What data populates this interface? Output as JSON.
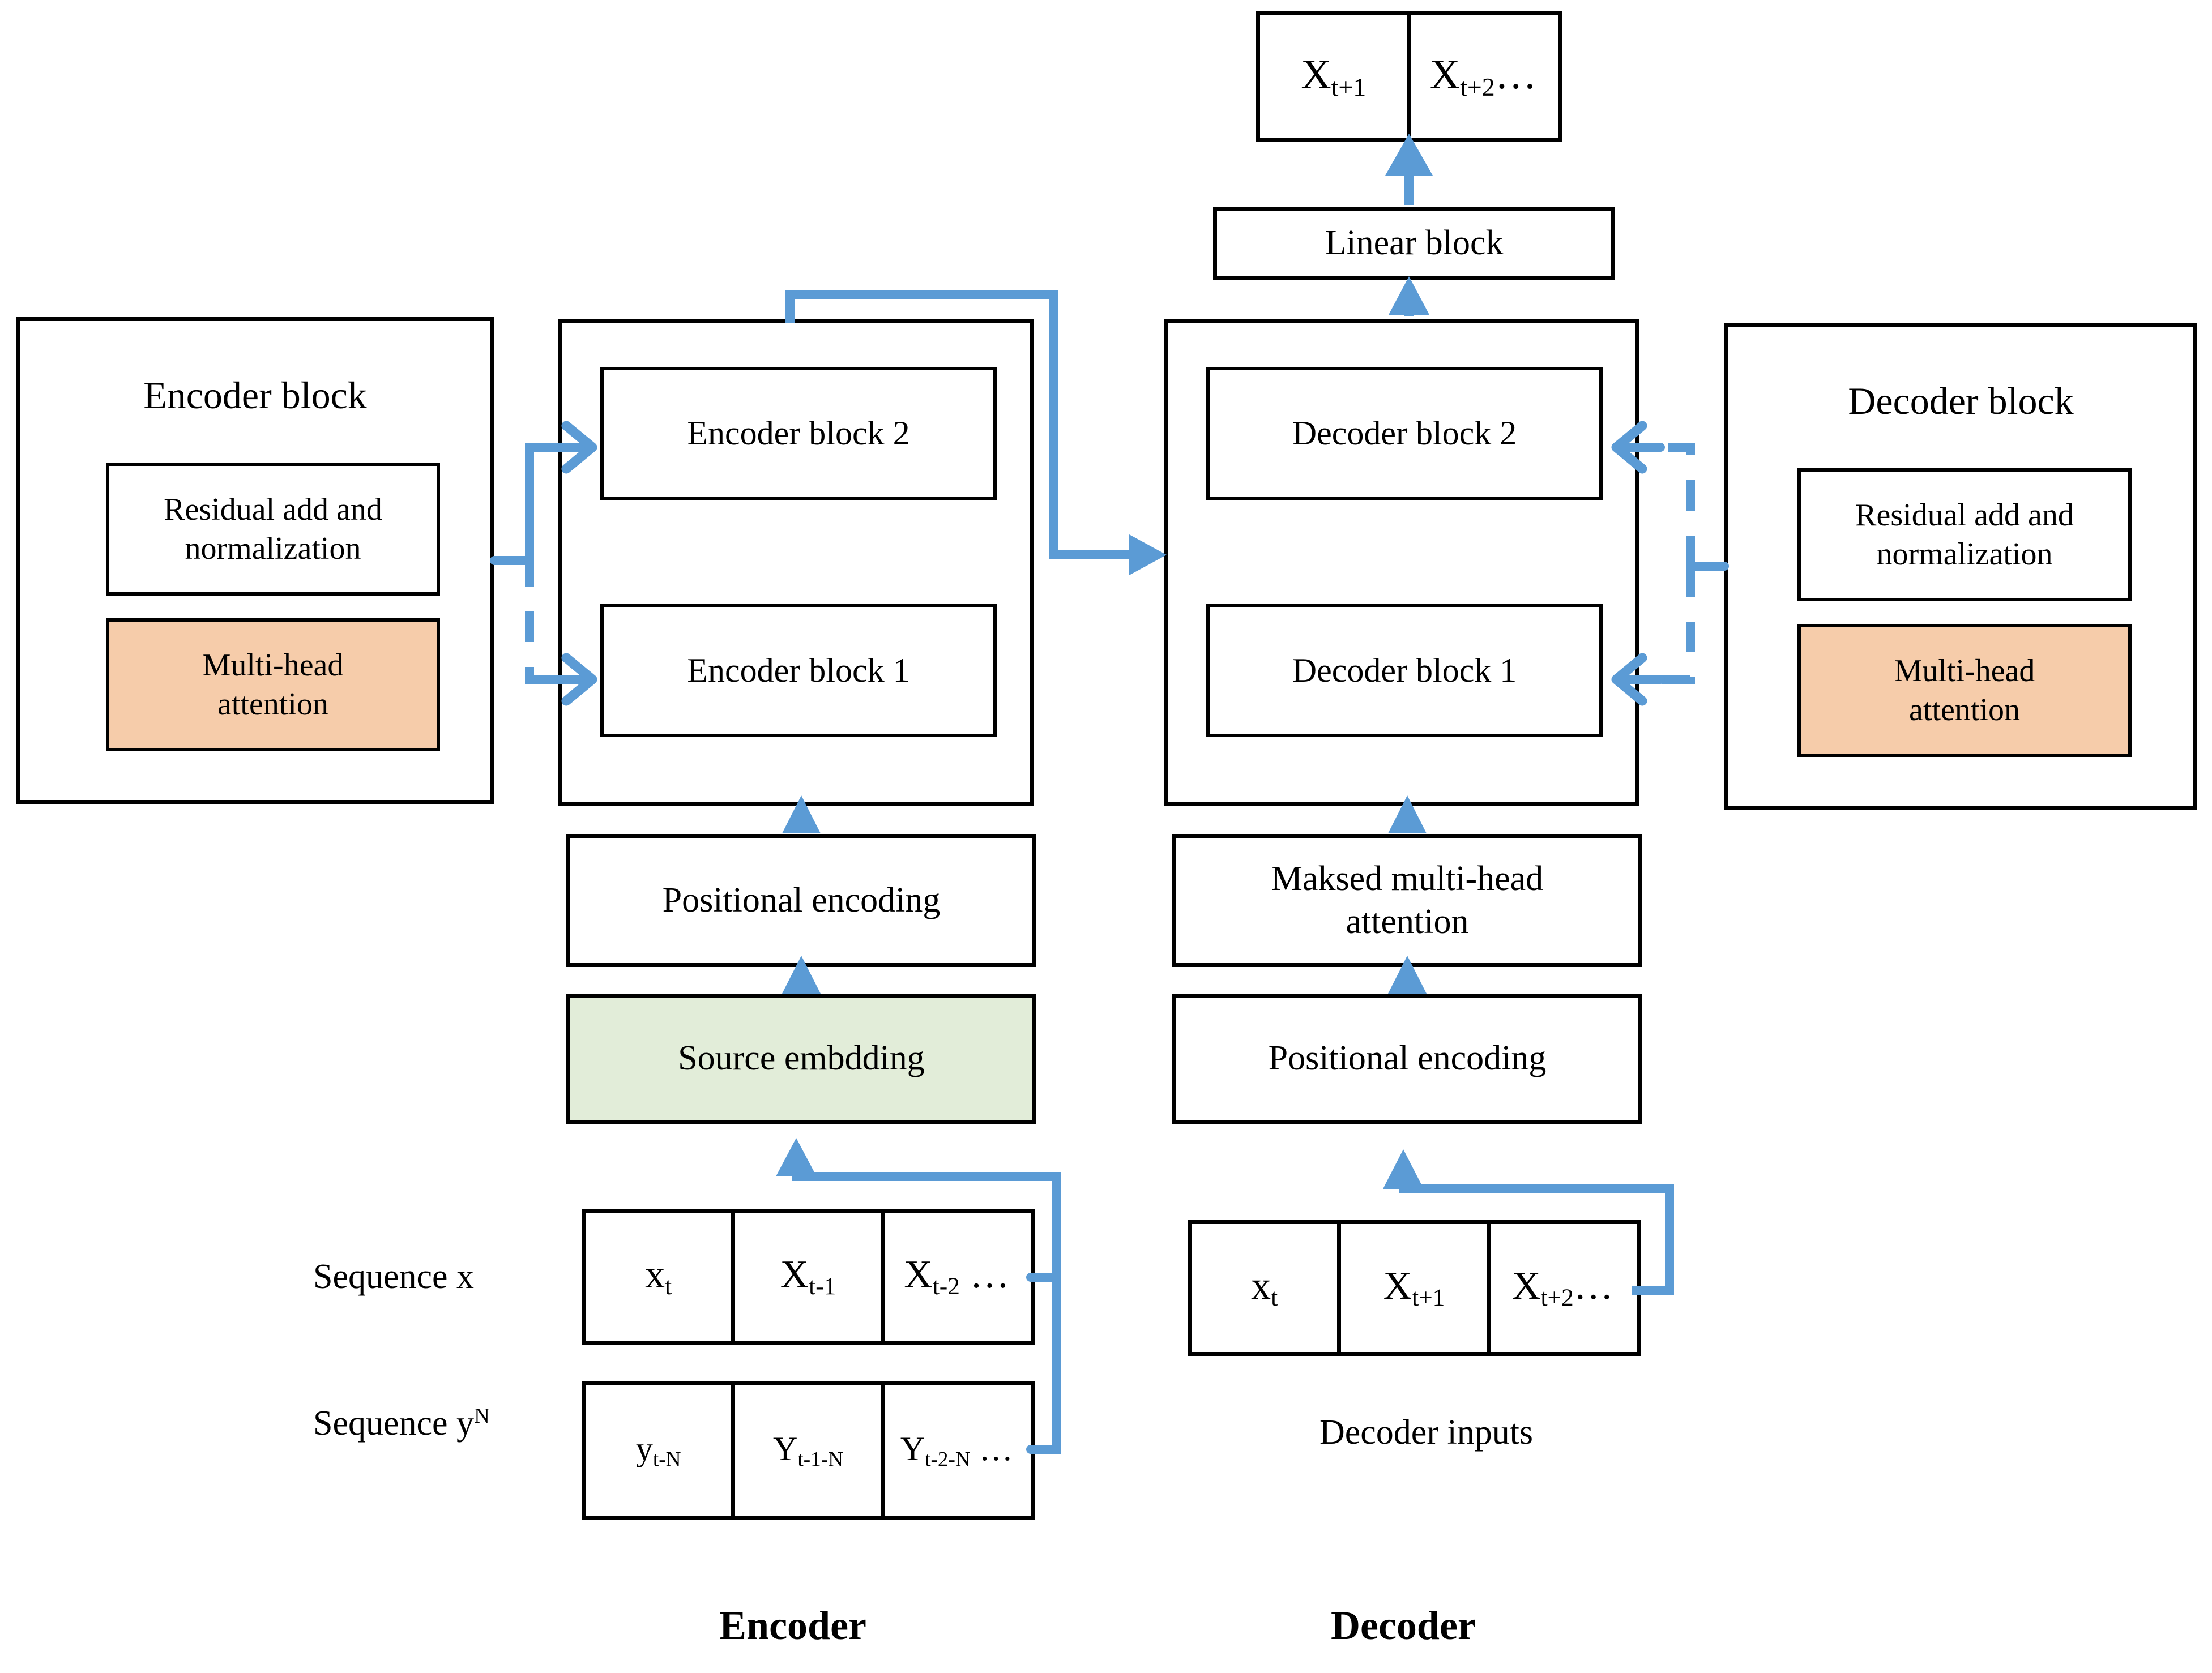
{
  "colors": {
    "accent_blue": "#5B9BD5",
    "attention_peach": "#F6CCAA",
    "embedding_green": "#E2EDD9",
    "stroke_black": "#000000",
    "background": "#FFFFFF"
  },
  "output_sequence": {
    "cells": [
      "X t+1",
      "X t+2..."
    ]
  },
  "linear_block": {
    "label": "Linear block"
  },
  "encoder_legend": {
    "title": "Encoder block",
    "residual_label": "Residual add and normalization",
    "attention_label": "Multi-head attention"
  },
  "decoder_legend": {
    "title": "Decoder block",
    "residual_label": "Residual add and normalization",
    "attention_label": "Multi-head attention"
  },
  "encoder_stack": {
    "blocks": [
      "Encoder block 2",
      "Encoder block 1"
    ]
  },
  "decoder_stack": {
    "blocks": [
      "Decoder block 2",
      "Decoder block 1"
    ]
  },
  "encoder_pipeline": {
    "positional_encoding": "Positional encoding",
    "source_embedding": "Source embdding"
  },
  "decoder_pipeline": {
    "masked_attention": "Maksed multi-head attention",
    "positional_encoding": "Positional encoding"
  },
  "sequence_x": {
    "label": "Sequence x",
    "cells": [
      "x t",
      "X t-1",
      "X t-2 ..."
    ]
  },
  "sequence_y": {
    "label_main": "Sequence y",
    "label_sup": "N",
    "cells": [
      "y t-N",
      "Y t-1-N",
      "Y t-2-N ..."
    ]
  },
  "decoder_inputs": {
    "label": "Decoder inputs",
    "cells": [
      "x t",
      "X t+1",
      "X t+2..."
    ]
  },
  "bottom_labels": {
    "encoder": "Encoder",
    "decoder": "Decoder"
  }
}
